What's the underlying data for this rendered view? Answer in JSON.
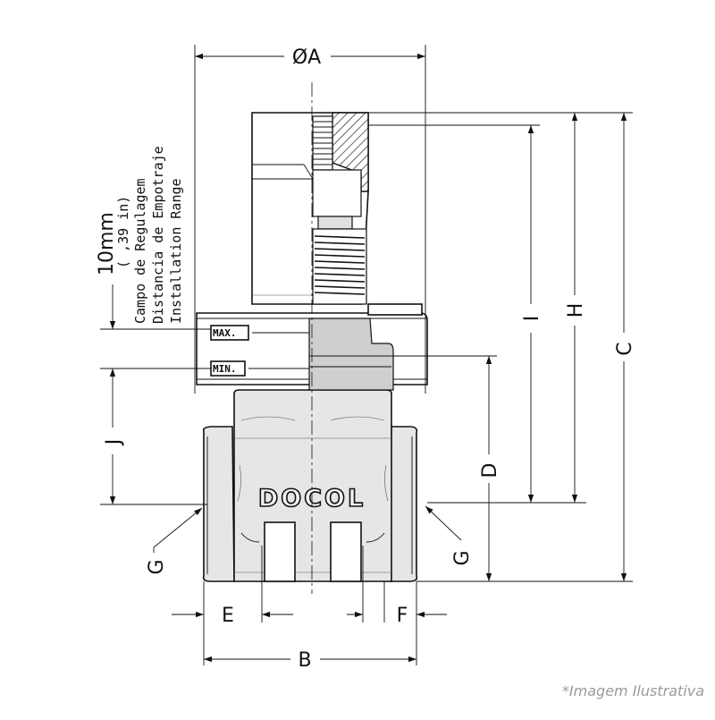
{
  "drawing": {
    "dimensions": {
      "dia_a": "ØA",
      "b": "B",
      "c": "C",
      "d": "D",
      "e": "E",
      "f": "F",
      "g_left": "G",
      "g_right": "G",
      "h": "H",
      "i": "I",
      "j": "J"
    },
    "range_note": {
      "value_mm": "10mm",
      "value_in": "( ,39 in)",
      "line_pt": "Campo de Regulagem",
      "line_es": "Distancia de Empotraje",
      "line_en": "Installation Range"
    },
    "scale_tags": {
      "max": "MAX.",
      "min": "MIN."
    },
    "brand": "DOCOL"
  },
  "caption": "*Imagem Ilustrativa"
}
